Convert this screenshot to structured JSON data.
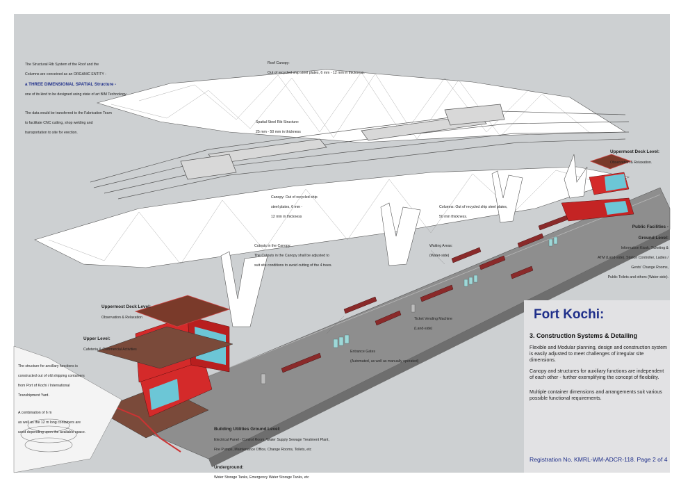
{
  "colors": {
    "background": "#cdd0d2",
    "container_red": "#d42a2a",
    "deck_brown": "#7a2d2d",
    "glass_cyan": "#6cc6d6",
    "canopy_white": "#ffffff",
    "title_blue": "#1f2f8a",
    "panel_grey": "#e2e2e4"
  },
  "annotations": {
    "rib_system_1": "The Structural Rib System of the Roof and the",
    "rib_system_2": "Columns are conceived as an ORGANIC ENTITY -",
    "rib_system_3": "a THREE DIMENSIONAL SPATIAL Structure -",
    "rib_system_4": "one of its kind to be designed using state of art BIM Technology.",
    "fabrication_1": "The data would be transferred to the Fabrication Team",
    "fabrication_2": "to facilitate CNC cutting, shop welding and",
    "fabrication_3": "transportation to site for erection.",
    "roof_canopy_1": "Roof Canopy:",
    "roof_canopy_2": "Out of recycled ship steel plates, 6 mm - 12 mm in thickness.",
    "rib_structure_1": "Spatial Steel Rib Structure:",
    "rib_structure_2": "25 mm - 50 mm in thickness",
    "canopy_1": "Canopy: Out of recycled ship",
    "canopy_2": "steel plates, 6 mm -",
    "canopy_3": "12 mm in thickness",
    "columns_1": "Columns: Out of recycled ship steel plates,",
    "columns_2": "50 mm thickness.",
    "cutouts_1": "Cutouts in the Canopy:",
    "cutouts_2": "The Cutouts in the Canopy shall be adjusted to",
    "cutouts_3": "suit site conditions to avoid cutting of the 4 trees.",
    "waiting_1": "Waiting Areas:",
    "waiting_2": "(Water-side)",
    "uppermost_right_1": "Uppermost Deck Level:",
    "uppermost_right_2": "Observation & Relaxation.",
    "public_1": "Public Facilities -",
    "public_2": "Ground Level:",
    "public_3": "Information Kiosk, Ticketing &",
    "public_4": "ATM (Land-side), Station Controller, Ladies /",
    "public_5": "Gents' Change Rooms,",
    "public_6": "Public Toilets and others (Water-side).",
    "uppermost_left_1": "Uppermost Deck Level:",
    "uppermost_left_2": "Observation & Relaxation",
    "upper_1": "Upper Level:",
    "upper_2": "Cafeteria & Commercial Activities",
    "ticket_1": "Ticket Vending Machine",
    "ticket_2": "(Land-side)",
    "gates_1": "Entrance Gates",
    "gates_2": "(Automated, as well as manually operated)",
    "anc_1": "The structure for ancillary functions is",
    "anc_2": "constructed out of old shipping containers",
    "anc_3": "from Port of Kochi / International",
    "anc_4": "Transhipment Yard.",
    "anc_5": "A combination of 6 m",
    "anc_6": "as well as the 12 m long containers are",
    "anc_7": "used depending upon the available space.",
    "bu_1": "Building Utilities Ground Level:",
    "bu_2": "Electrical Panel - Control Room, Water Supply Sewage Treatment Plant,",
    "bu_3": "Fire Pumps, Maintenance Office, Change Rooms, Toilets, etc",
    "ug_1": "Underground:",
    "ug_2": "Water Storage Tanks, Emergency Water Storage Tanks, etc"
  },
  "panel": {
    "title": "Fort Kochi:",
    "subtitle": "3. Construction Systems & Detailing",
    "para1": "Flexible and Modular planning, design and construction system is easily adjusted to meet challenges of irregular site dimensions.",
    "para2": "Canopy and structures for auxiliary functions are independent of each other - further exemplifying the concept of flexibility.",
    "para3": "Multiple container dimensions and arrangements suit various possible functional requirements.",
    "registration": "Registration No. KMRL-WM-ADCR-118. Page 2 of 4"
  }
}
